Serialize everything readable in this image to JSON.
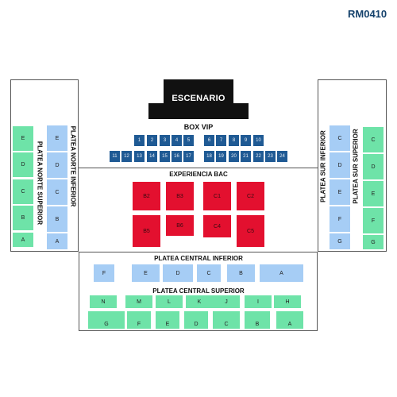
{
  "map_code": "RM0410",
  "stage": {
    "label": "ESCENARIO"
  },
  "box_vip": {
    "label": "BOX VIP",
    "row1": [
      "1",
      "2",
      "3",
      "4",
      "5",
      "6",
      "7",
      "8",
      "9",
      "10"
    ],
    "row2": [
      "11",
      "12",
      "13",
      "14",
      "15",
      "16",
      "17",
      "18",
      "19",
      "20",
      "21",
      "22",
      "23",
      "24"
    ]
  },
  "experiencia": {
    "label": "EXPERIENCIA BAC",
    "sections": [
      "B2",
      "B3",
      "C1",
      "C2",
      "B5",
      "B6",
      "C4",
      "C5"
    ]
  },
  "platea_norte_superior": {
    "label": "PLATEA NORTE SUPERIOR",
    "sections": [
      "E",
      "D",
      "C",
      "B",
      "A"
    ]
  },
  "platea_norte_inferior": {
    "label": "PLATEA NORTE INFERIOR",
    "sections": [
      "E",
      "D",
      "C",
      "B",
      "A"
    ]
  },
  "platea_sur_inferior": {
    "label": "PLATEA SUR INFERIOR",
    "sections": [
      "C",
      "D",
      "E",
      "F",
      "G"
    ]
  },
  "platea_sur_superior": {
    "label": "PLATEA SUR SUPERIOR",
    "sections": [
      "C",
      "D",
      "E",
      "F",
      "G"
    ]
  },
  "platea_central_inferior": {
    "label": "PLATEA CENTRAL INFERIOR",
    "sections": [
      "F",
      "E",
      "D",
      "C",
      "B",
      "A"
    ]
  },
  "platea_central_superior": {
    "label": "PLATEA CENTRAL SUPERIOR",
    "row1": [
      "N",
      "M",
      "L",
      "K",
      "J",
      "I",
      "H"
    ],
    "row2": [
      "G",
      "F",
      "E",
      "D",
      "C",
      "B",
      "A"
    ]
  },
  "colors": {
    "vip": "#1f5a94",
    "experiencia": "#e3102f",
    "superior": "#6ee3a8",
    "inferior": "#a6cdf5",
    "code": "#14416b"
  }
}
